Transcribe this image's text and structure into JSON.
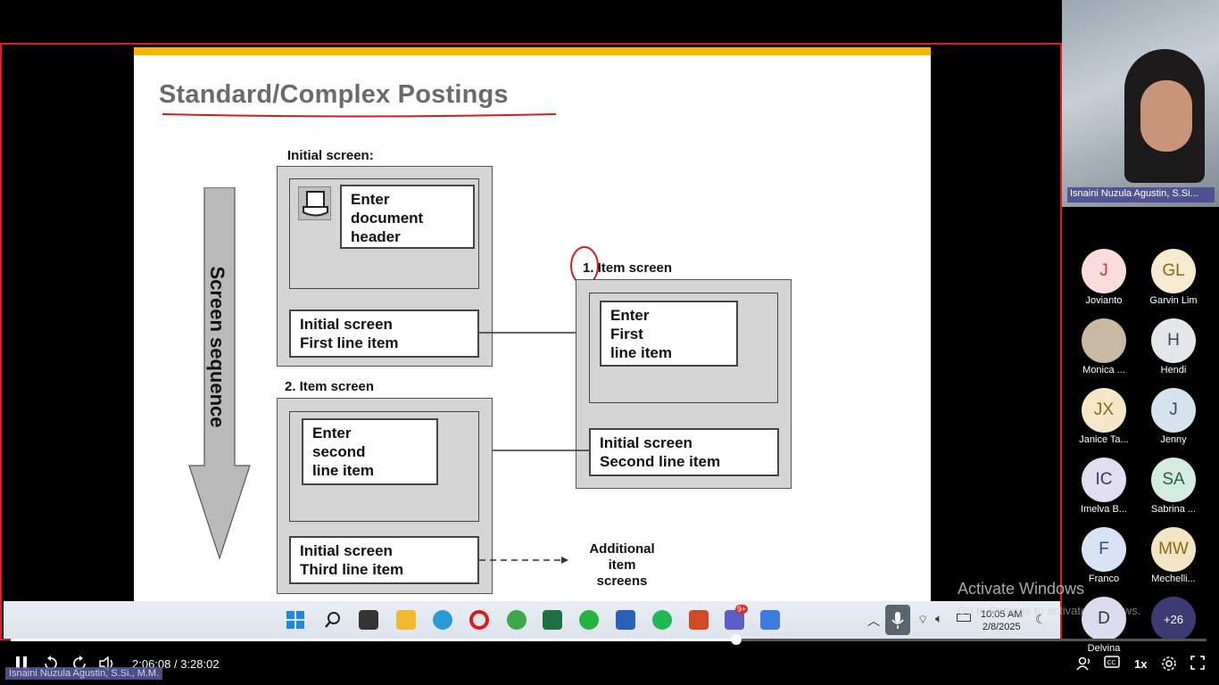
{
  "slide": {
    "title": "Standard/Complex Postings",
    "initial_screen_label": "Initial screen:",
    "enter_doc_header": [
      "Enter",
      "document",
      "header"
    ],
    "initial_first": [
      "Initial screen",
      "First line item"
    ],
    "item1_label": "1. Item screen",
    "enter_first": [
      "Enter",
      "First",
      "line item"
    ],
    "initial_second": [
      "Initial screen",
      "Second line item"
    ],
    "item2_label": "2. Item screen",
    "enter_second": [
      "Enter",
      "second",
      "line item"
    ],
    "initial_third": [
      "Initial screen",
      "Third line item"
    ],
    "additional": [
      "Additional",
      "item",
      "screens"
    ],
    "sequence": "Screen sequence"
  },
  "taskbar": {
    "clock_time": "10:05 AM",
    "clock_date": "2/8/2025",
    "notification_badge": "9+",
    "watermark_title": "Activate Windows",
    "watermark_sub": "Go to Settings to activate Windows."
  },
  "speaker": {
    "name": "Isnaini Nuzula Agustin, S.Si..."
  },
  "participants": [
    {
      "initials": "J",
      "name": "Jovianto",
      "bg": "#fbdcdc",
      "fg": "#c0392b"
    },
    {
      "initials": "GL",
      "name": "Garvin Lim",
      "bg": "#f6ead0",
      "fg": "#8a6a16"
    },
    {
      "initials": "",
      "name": "Monica ...",
      "bg": "#c9b9a3",
      "fg": "#fff"
    },
    {
      "initials": "H",
      "name": "Hendi",
      "bg": "#e3e6ea",
      "fg": "#444"
    },
    {
      "initials": "JX",
      "name": "Janice Ta...",
      "bg": "#f6e7c8",
      "fg": "#8a6a16"
    },
    {
      "initials": "J",
      "name": "Jenny",
      "bg": "#d6e3ee",
      "fg": "#2b4a6b"
    },
    {
      "initials": "IC",
      "name": "Imelva B...",
      "bg": "#e1def2",
      "fg": "#3b3670"
    },
    {
      "initials": "SA",
      "name": "Sabrina ...",
      "bg": "#d3ebe0",
      "fg": "#2a5d45"
    },
    {
      "initials": "F",
      "name": "Franco",
      "bg": "#d7e2f4",
      "fg": "#2c4a80"
    },
    {
      "initials": "MW",
      "name": "Mechelli...",
      "bg": "#f3e5c3",
      "fg": "#8a6a16"
    },
    {
      "initials": "D",
      "name": "Delvina",
      "bg": "#dcdcf0",
      "fg": "#333"
    },
    {
      "initials": "+26",
      "name": "",
      "bg": "#3c3c72",
      "fg": "#fff"
    }
  ],
  "player": {
    "time": "2:06:08 / 3:28:02",
    "progress": 0.607,
    "speed": "1x",
    "bottom_name": "Isnaini Nuzula Agustin, S.Si., M.M."
  }
}
